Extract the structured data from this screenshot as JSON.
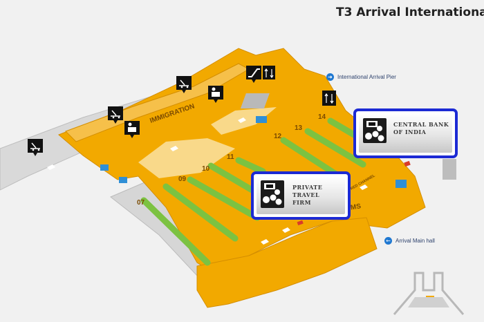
{
  "header": {
    "title": "T3 Arrival International"
  },
  "links": {
    "pier": "International Arrival Pier",
    "main_hall": "Arrival Main hall"
  },
  "areas": {
    "immigration": "IMMIGRATION",
    "customs_partial": "OMS",
    "red_channel": "RED CHANNEL"
  },
  "belts": [
    "07",
    "09",
    "10",
    "11",
    "12",
    "13",
    "14"
  ],
  "callouts": {
    "central_bank": {
      "lines": [
        "CENTRAL BANK",
        "OF INDIA"
      ]
    },
    "private_firm": {
      "lines": [
        "PRIVATE",
        "TRAVEL",
        "FIRM"
      ]
    }
  },
  "icons": [
    "baggage-trolley-icon",
    "immigration-officer-icon",
    "escalator-icon",
    "elevator-icon",
    "currency-exchange-icon",
    "restroom-icon"
  ],
  "colors": {
    "floor": "#f2a900",
    "floor_light": "#f9d98a",
    "belt": "#7cc241",
    "callout_border": "#1c2ad4",
    "link_blue": "#1f78d1"
  }
}
